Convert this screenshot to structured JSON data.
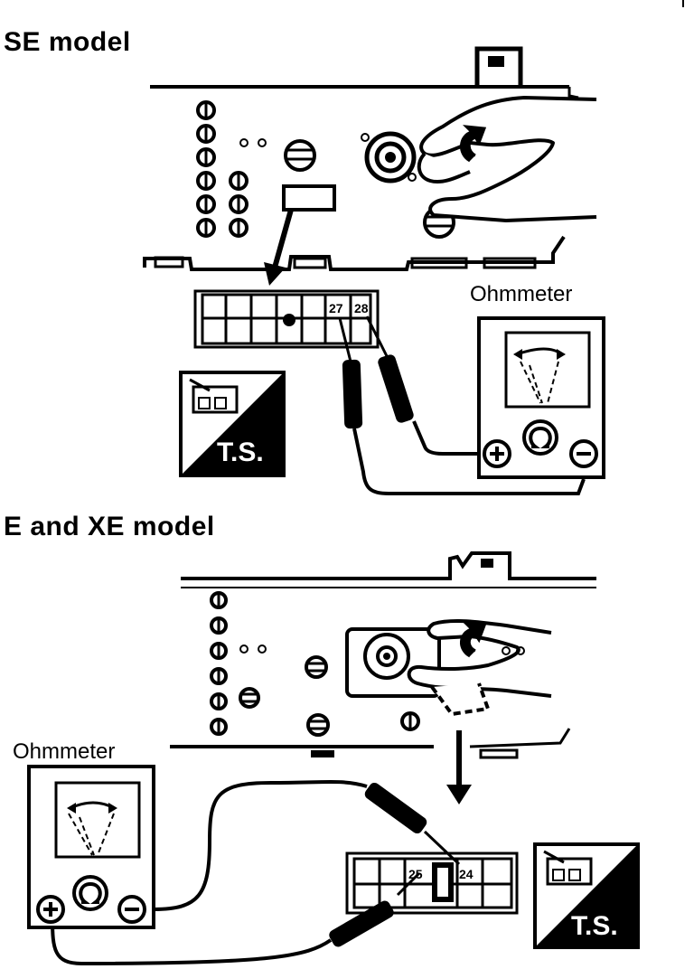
{
  "se_section": {
    "title": "SE model",
    "meter_label": "Ohmmeter",
    "pin_left": "27",
    "pin_right": "28",
    "badge_text": "T.S.",
    "terminal_positive_icon": "plus-terminal-icon",
    "terminal_negative_icon": "minus-terminal-icon",
    "ohm_icon": "omega-icon"
  },
  "exe_section": {
    "title": "E and XE model",
    "meter_label": "Ohmmeter",
    "pin_left": "25",
    "pin_right": "24",
    "badge_text": "T.S.",
    "terminal_positive_icon": "plus-terminal-icon",
    "terminal_negative_icon": "minus-terminal-icon",
    "ohm_icon": "omega-icon"
  },
  "colors": {
    "ink": "#000000",
    "paper": "#ffffff"
  }
}
